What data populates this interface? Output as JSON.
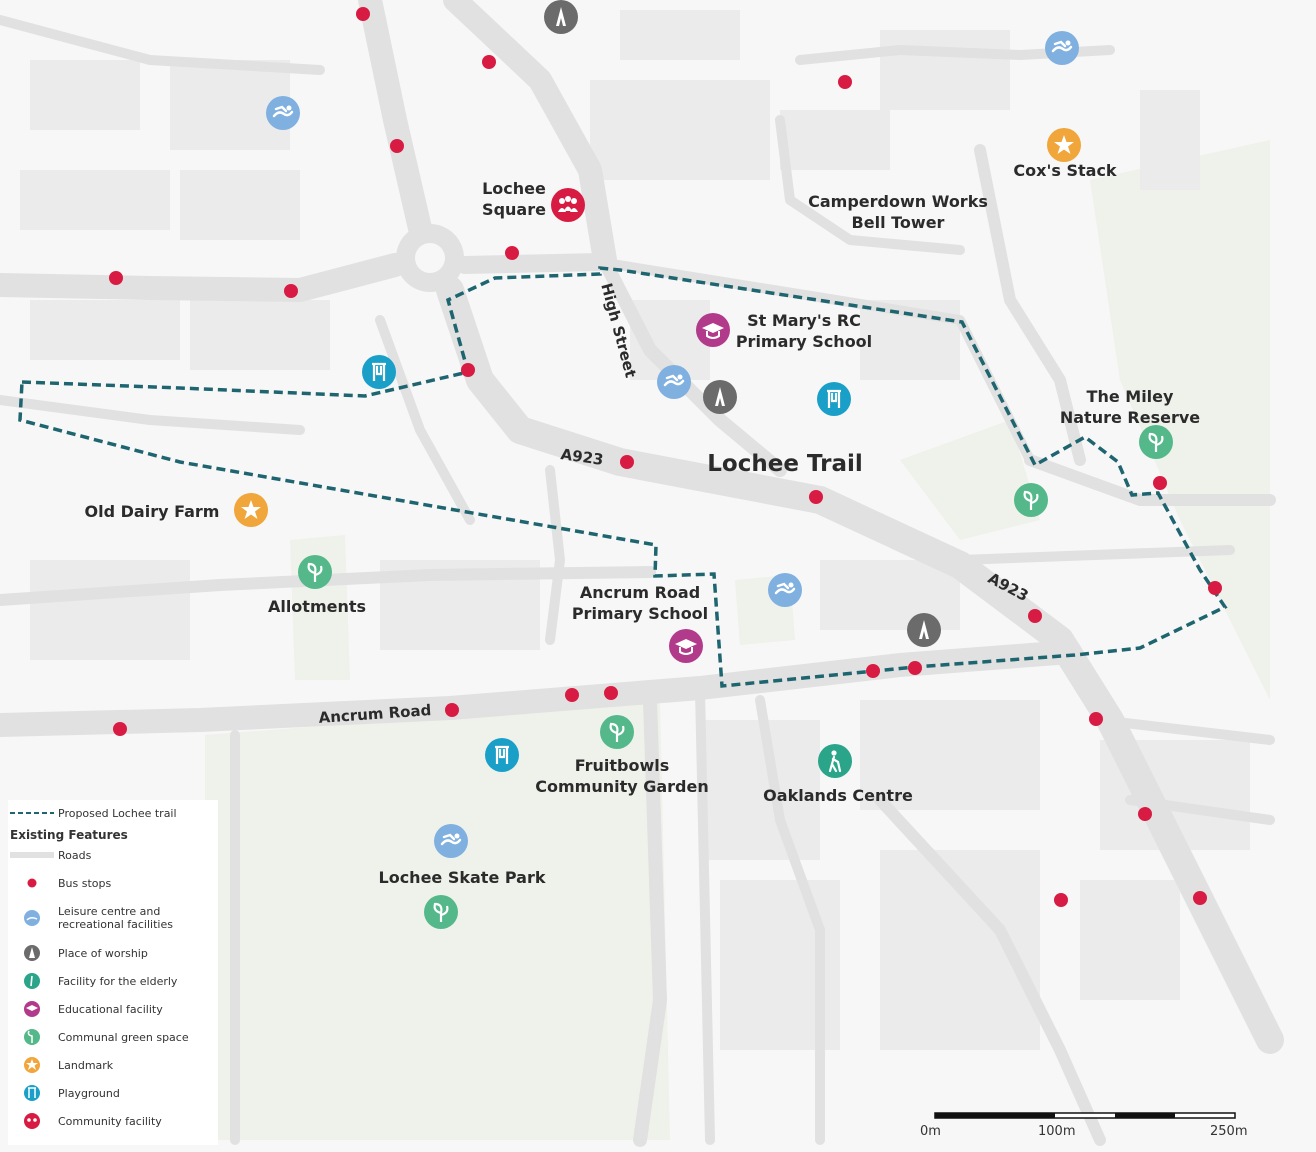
{
  "title": "Lochee Trail",
  "places": {
    "lochee_square": [
      "Lochee",
      "Square"
    ],
    "camperdown": [
      "Camperdown Works",
      "Bell Tower"
    ],
    "coxs_stack": "Cox's Stack",
    "st_marys": [
      "St Mary's RC",
      "Primary School"
    ],
    "miley": [
      "The Miley",
      "Nature Reserve"
    ],
    "old_dairy": "Old Dairy Farm",
    "allotments": "Allotments",
    "ancrum_school": [
      "Ancrum Road",
      "Primary School"
    ],
    "fruitbowls": [
      "Fruitbowls",
      "Community Garden"
    ],
    "oaklands": "Oaklands Centre",
    "skate_park": "Lochee Skate Park"
  },
  "roads": {
    "high_street": "High Street",
    "a923_west": "A923",
    "a923_east": "A923",
    "ancrum_road": "Ancrum Road"
  },
  "legend": {
    "trail": "Proposed Lochee trail",
    "heading": "Existing Features",
    "roads": "Roads",
    "bus_stops": "Bus stops",
    "leisure": [
      "Leisure centre and",
      "recreational facilities"
    ],
    "worship": "Place of worship",
    "elderly": "Facility for the elderly",
    "education": "Educational facility",
    "green": "Communal green space",
    "landmark": "Landmark",
    "playground": "Playground",
    "community": "Community facility"
  },
  "scale_bar": {
    "start": "0m",
    "mid": "100m",
    "end": "250m"
  },
  "colors": {
    "trail": "#1e6570",
    "bus_stop": "#d81b42",
    "leisure": "#7fb0e0",
    "worship": "#6b6b6b",
    "elderly": "#2ba58a",
    "education": "#b23a8a",
    "green": "#54b88a",
    "landmark": "#f0a63a",
    "playground": "#1aa0c8",
    "community": "#d81b42"
  },
  "icons": [
    "leisure-icon",
    "worship-icon",
    "elderly-icon",
    "education-icon",
    "green-space-icon",
    "landmark-icon",
    "playground-icon",
    "community-icon",
    "bus-stop-icon"
  ]
}
